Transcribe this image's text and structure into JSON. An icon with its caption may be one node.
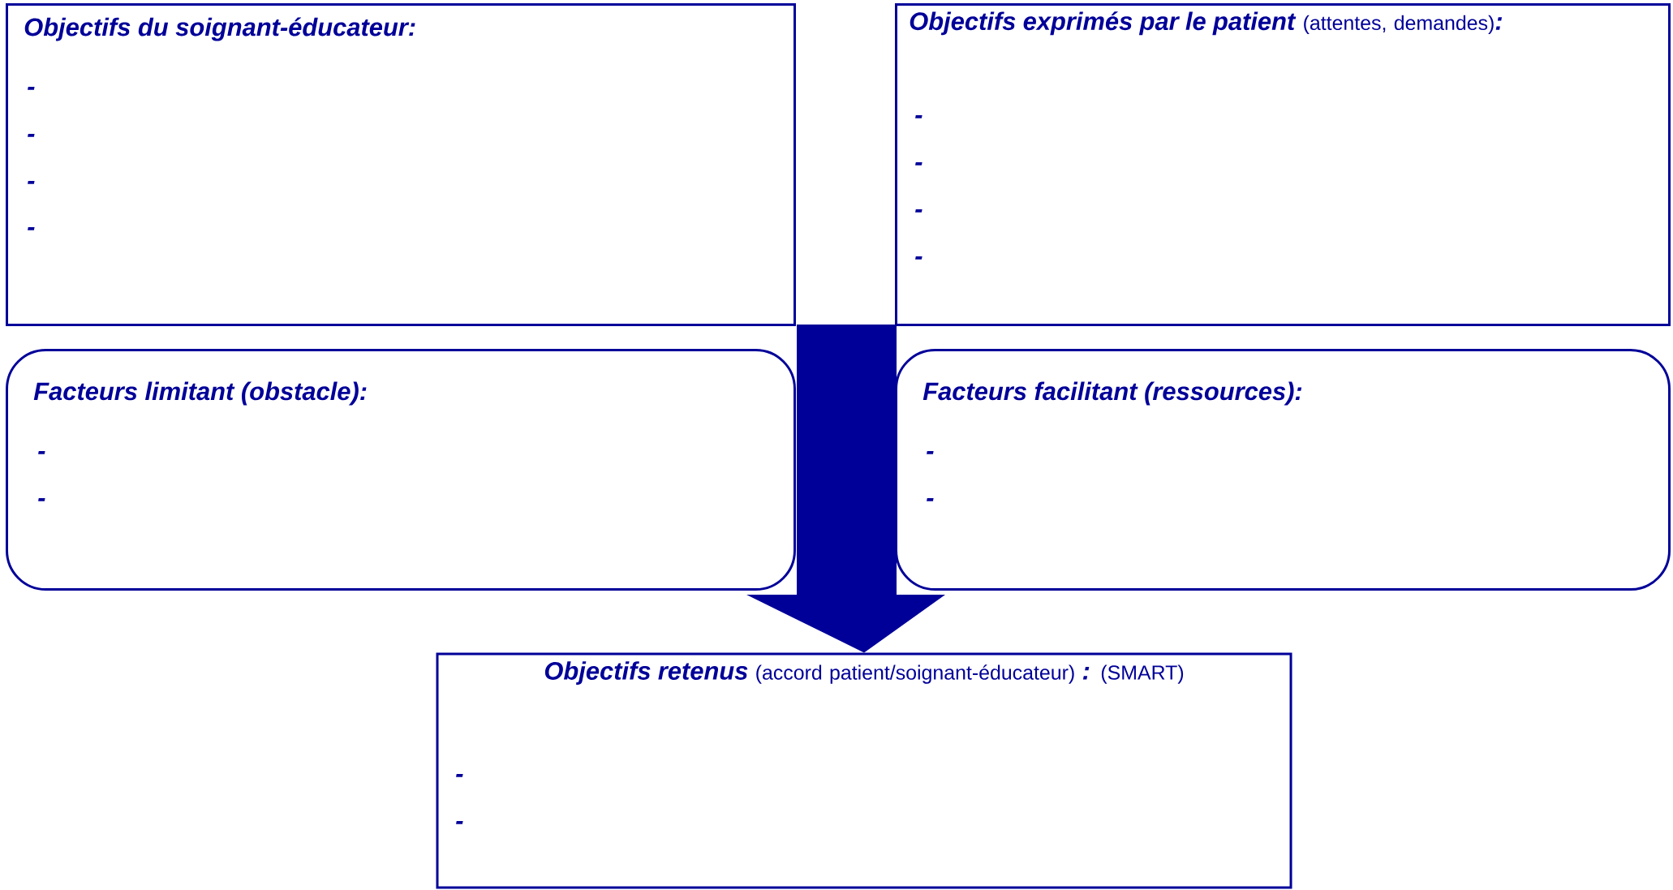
{
  "diagram": {
    "nodes": [
      {
        "text": [
          "Objectifs du soignant-éducateur:",
          "-",
          "-",
          "-",
          "-"
        ]
      },
      {
        "text": [
          "**Objectifs exprimés par le patient** (attentes, demandes)**:**",
          "-",
          "-",
          "-",
          "-"
        ]
      },
      {
        "text": [
          "Facteurs limitant (obstacle):",
          "-",
          "-"
        ]
      },
      {
        "text": [
          "Facteurs facilitant (ressources):",
          "-",
          "-"
        ]
      },
      {
        "text": [
          "**Objectifs retenus** (accord patient/soignant-éducateur) **:** (SMART)",
          "-",
          "-"
        ]
      }
    ],
    "edges": [
      {
        "from": null,
        "to": 4,
        "arrow": "to",
        "style": "thick"
      }
    ]
  }
}
